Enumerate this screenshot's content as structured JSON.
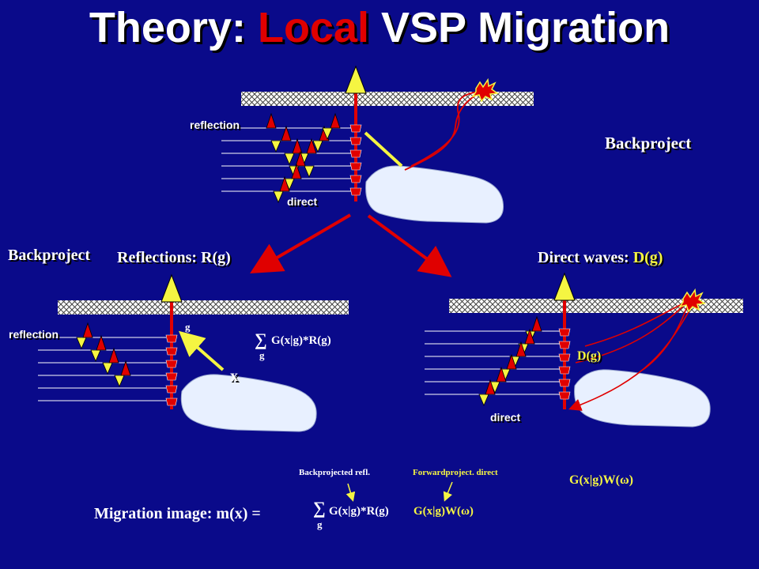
{
  "title": {
    "part1": "Theory: ",
    "accent": "Local",
    "part2": " VSP Migration"
  },
  "colors": {
    "background": "#0a0a8a",
    "accent_red": "#e00000",
    "yellow": "#f5f542",
    "rock": "#e8f0ff"
  },
  "top_panel": {
    "reflection_label": "reflection",
    "direct_label": "direct",
    "backproject_label": "Backproject"
  },
  "left_panel": {
    "backproject_label": "Backproject",
    "reflections_label": "Reflections: R(g)",
    "reflection_label": "reflection",
    "g_label": "g",
    "x_label": "x",
    "sum_symbol": "∑",
    "sum_index": "g",
    "sum_expr": "G(x|g)*R(g)"
  },
  "right_panel": {
    "direct_waves_label": "Direct waves: ",
    "direct_waves_accent": "D(g)",
    "dg_label": "D(g)",
    "direct_label": "direct",
    "gw_label": "G(x|g)W(ω)"
  },
  "bottom": {
    "backprojected_label": "Backprojected refl.",
    "forwardproject_label": "Forwardproject. direct",
    "migration_label": "Migration image: m(x) =",
    "sum_symbol": "∑",
    "sum_index": "g",
    "sum_expr": "G(x|g)*R(g)",
    "gw_expr": "G(x|g)W(ω)"
  }
}
